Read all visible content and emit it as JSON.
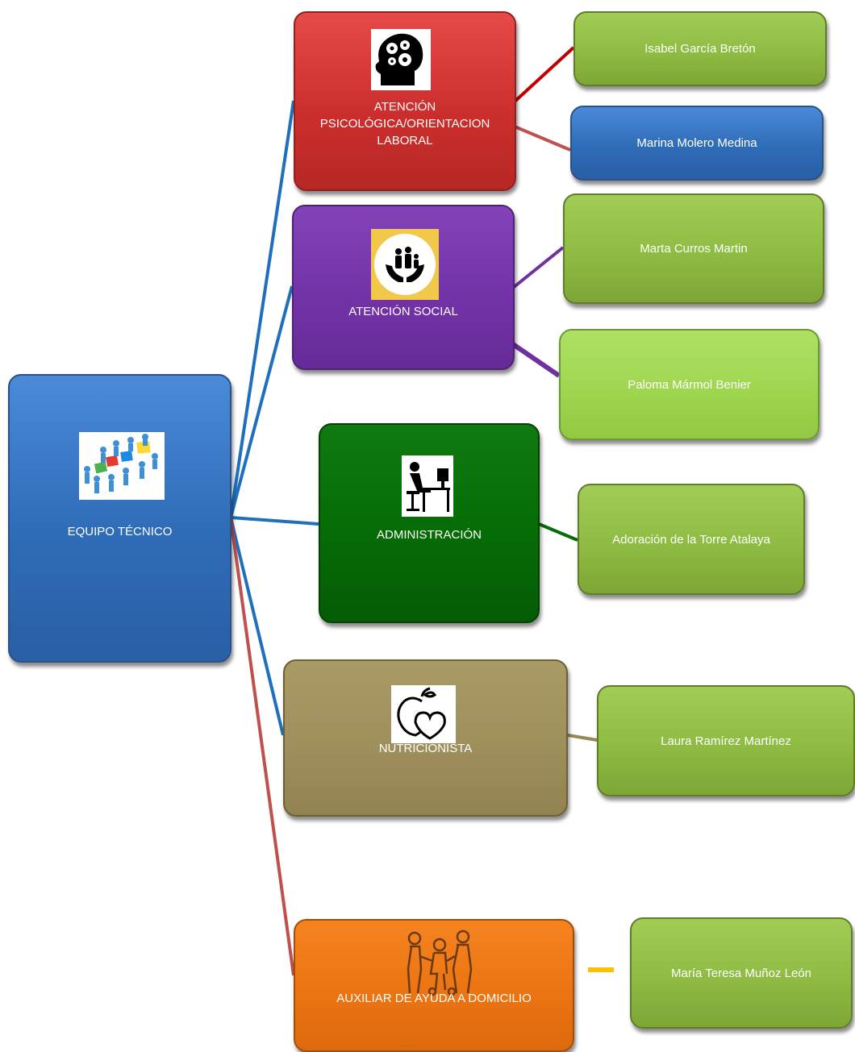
{
  "root": {
    "label": "EQUIPO TÉCNICO",
    "icon": "puzzle-team-icon",
    "color": "#2f6cb8"
  },
  "departments": [
    {
      "label": "ATENCIÓN PSICOLÓGICA/ORIENTACION LABORAL",
      "icon": "brain-gears-icon",
      "color": "#cc2f2d"
    },
    {
      "label": "ATENCIÓN SOCIAL",
      "icon": "family-hands-icon",
      "color": "#7333a8"
    },
    {
      "label": "ADMINISTRACIÓN",
      "icon": "office-worker-icon",
      "color": "#066c06"
    },
    {
      "label": "NUTRICIONISTA",
      "icon": "apple-hearts-icon",
      "color": "#9f8f5c"
    },
    {
      "label": "AUXILIAR DE AYUDA A DOMICILIO",
      "icon": "caregiver-icon",
      "color": "#ec7412"
    }
  ],
  "people": [
    {
      "name": "Isabel García Bretón",
      "department": "ATENCIÓN PSICOLÓGICA/ORIENTACION LABORAL",
      "color": "#8ebc43"
    },
    {
      "name": "Marina Molero Medina",
      "department": "ATENCIÓN PSICOLÓGICA/ORIENTACION LABORAL",
      "color": "#2f6cb8"
    },
    {
      "name": "Marta Curros Martin",
      "department": "ATENCIÓN SOCIAL",
      "color": "#8ebc43"
    },
    {
      "name": "Paloma Mármol Benier",
      "department": "ATENCIÓN SOCIAL",
      "color": "#9fd650"
    },
    {
      "name": "Adoración de la Torre Atalaya",
      "department": "ADMINISTRACIÓN",
      "color": "#8ebc43"
    },
    {
      "name": "Laura Ramírez Martínez",
      "department": "NUTRICIONISTA",
      "color": "#8ebc43"
    },
    {
      "name": "María Teresa Muñoz León",
      "department": "AUXILIAR DE AYUDA A DOMICILIO",
      "color": "#8ebc43"
    }
  ],
  "connector_colors": {
    "root_to_departments_blue": "#1f6fbd",
    "root_to_auxiliar": "#c0504d",
    "psico_to_isabel": "#c00000",
    "psico_to_marina": "#c0504d",
    "social": "#7030a0",
    "administracion": "#066c06",
    "nutricionista": "#948a54",
    "auxiliar": "#ffc000"
  }
}
